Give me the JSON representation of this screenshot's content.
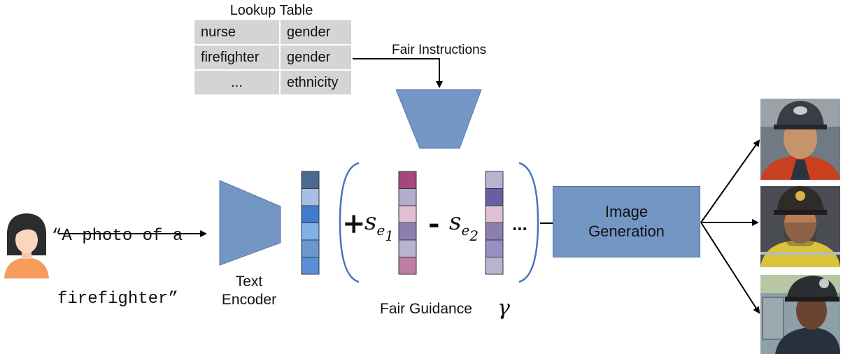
{
  "lookup_table": {
    "title": "Lookup Table",
    "rows": [
      {
        "term": "nurse",
        "attribute": "gender"
      },
      {
        "term": "firefighter",
        "attribute": "gender"
      },
      {
        "term": "...",
        "attribute": "ethnicity"
      }
    ]
  },
  "labels": {
    "fair_instructions": "Fair Instructions",
    "prompt_line1": "“A photo of a",
    "prompt_line2": "firefighter”",
    "text_encoder_line1": "Text",
    "text_encoder_line2": "Encoder",
    "image_generation_line1": "Image",
    "image_generation_line2": "Generation",
    "fair_guidance": "Fair Guidance",
    "gamma": "γ",
    "plus": "+",
    "minus": "-",
    "s_var": "s",
    "e_var": "e",
    "sub1": "1",
    "sub2": "2",
    "ellipsis": "..."
  },
  "colors": {
    "encoder_blue": "#7396c4",
    "text_embedding": [
      "#4b6a8f",
      "#a6c0e2",
      "#3f7ccc",
      "#7fb1e8",
      "#6a98cc",
      "#5b8ed6"
    ],
    "guidance_vector_1": [
      "#a6467c",
      "#b2adc9",
      "#dfbfd1",
      "#8c7fb0",
      "#b8b3cf",
      "#c07ea0"
    ],
    "guidance_vector_2": [
      "#b8b4d0",
      "#6a5ea0",
      "#dfbfd1",
      "#8c7fb0",
      "#9a8dbf",
      "#b8b4d0"
    ],
    "bracket_blue": "#4a73b8"
  },
  "icons": {
    "user": "person-avatar-icon",
    "outputs": [
      "firefighter-photo-1",
      "firefighter-photo-2",
      "firefighter-photo-3"
    ]
  }
}
